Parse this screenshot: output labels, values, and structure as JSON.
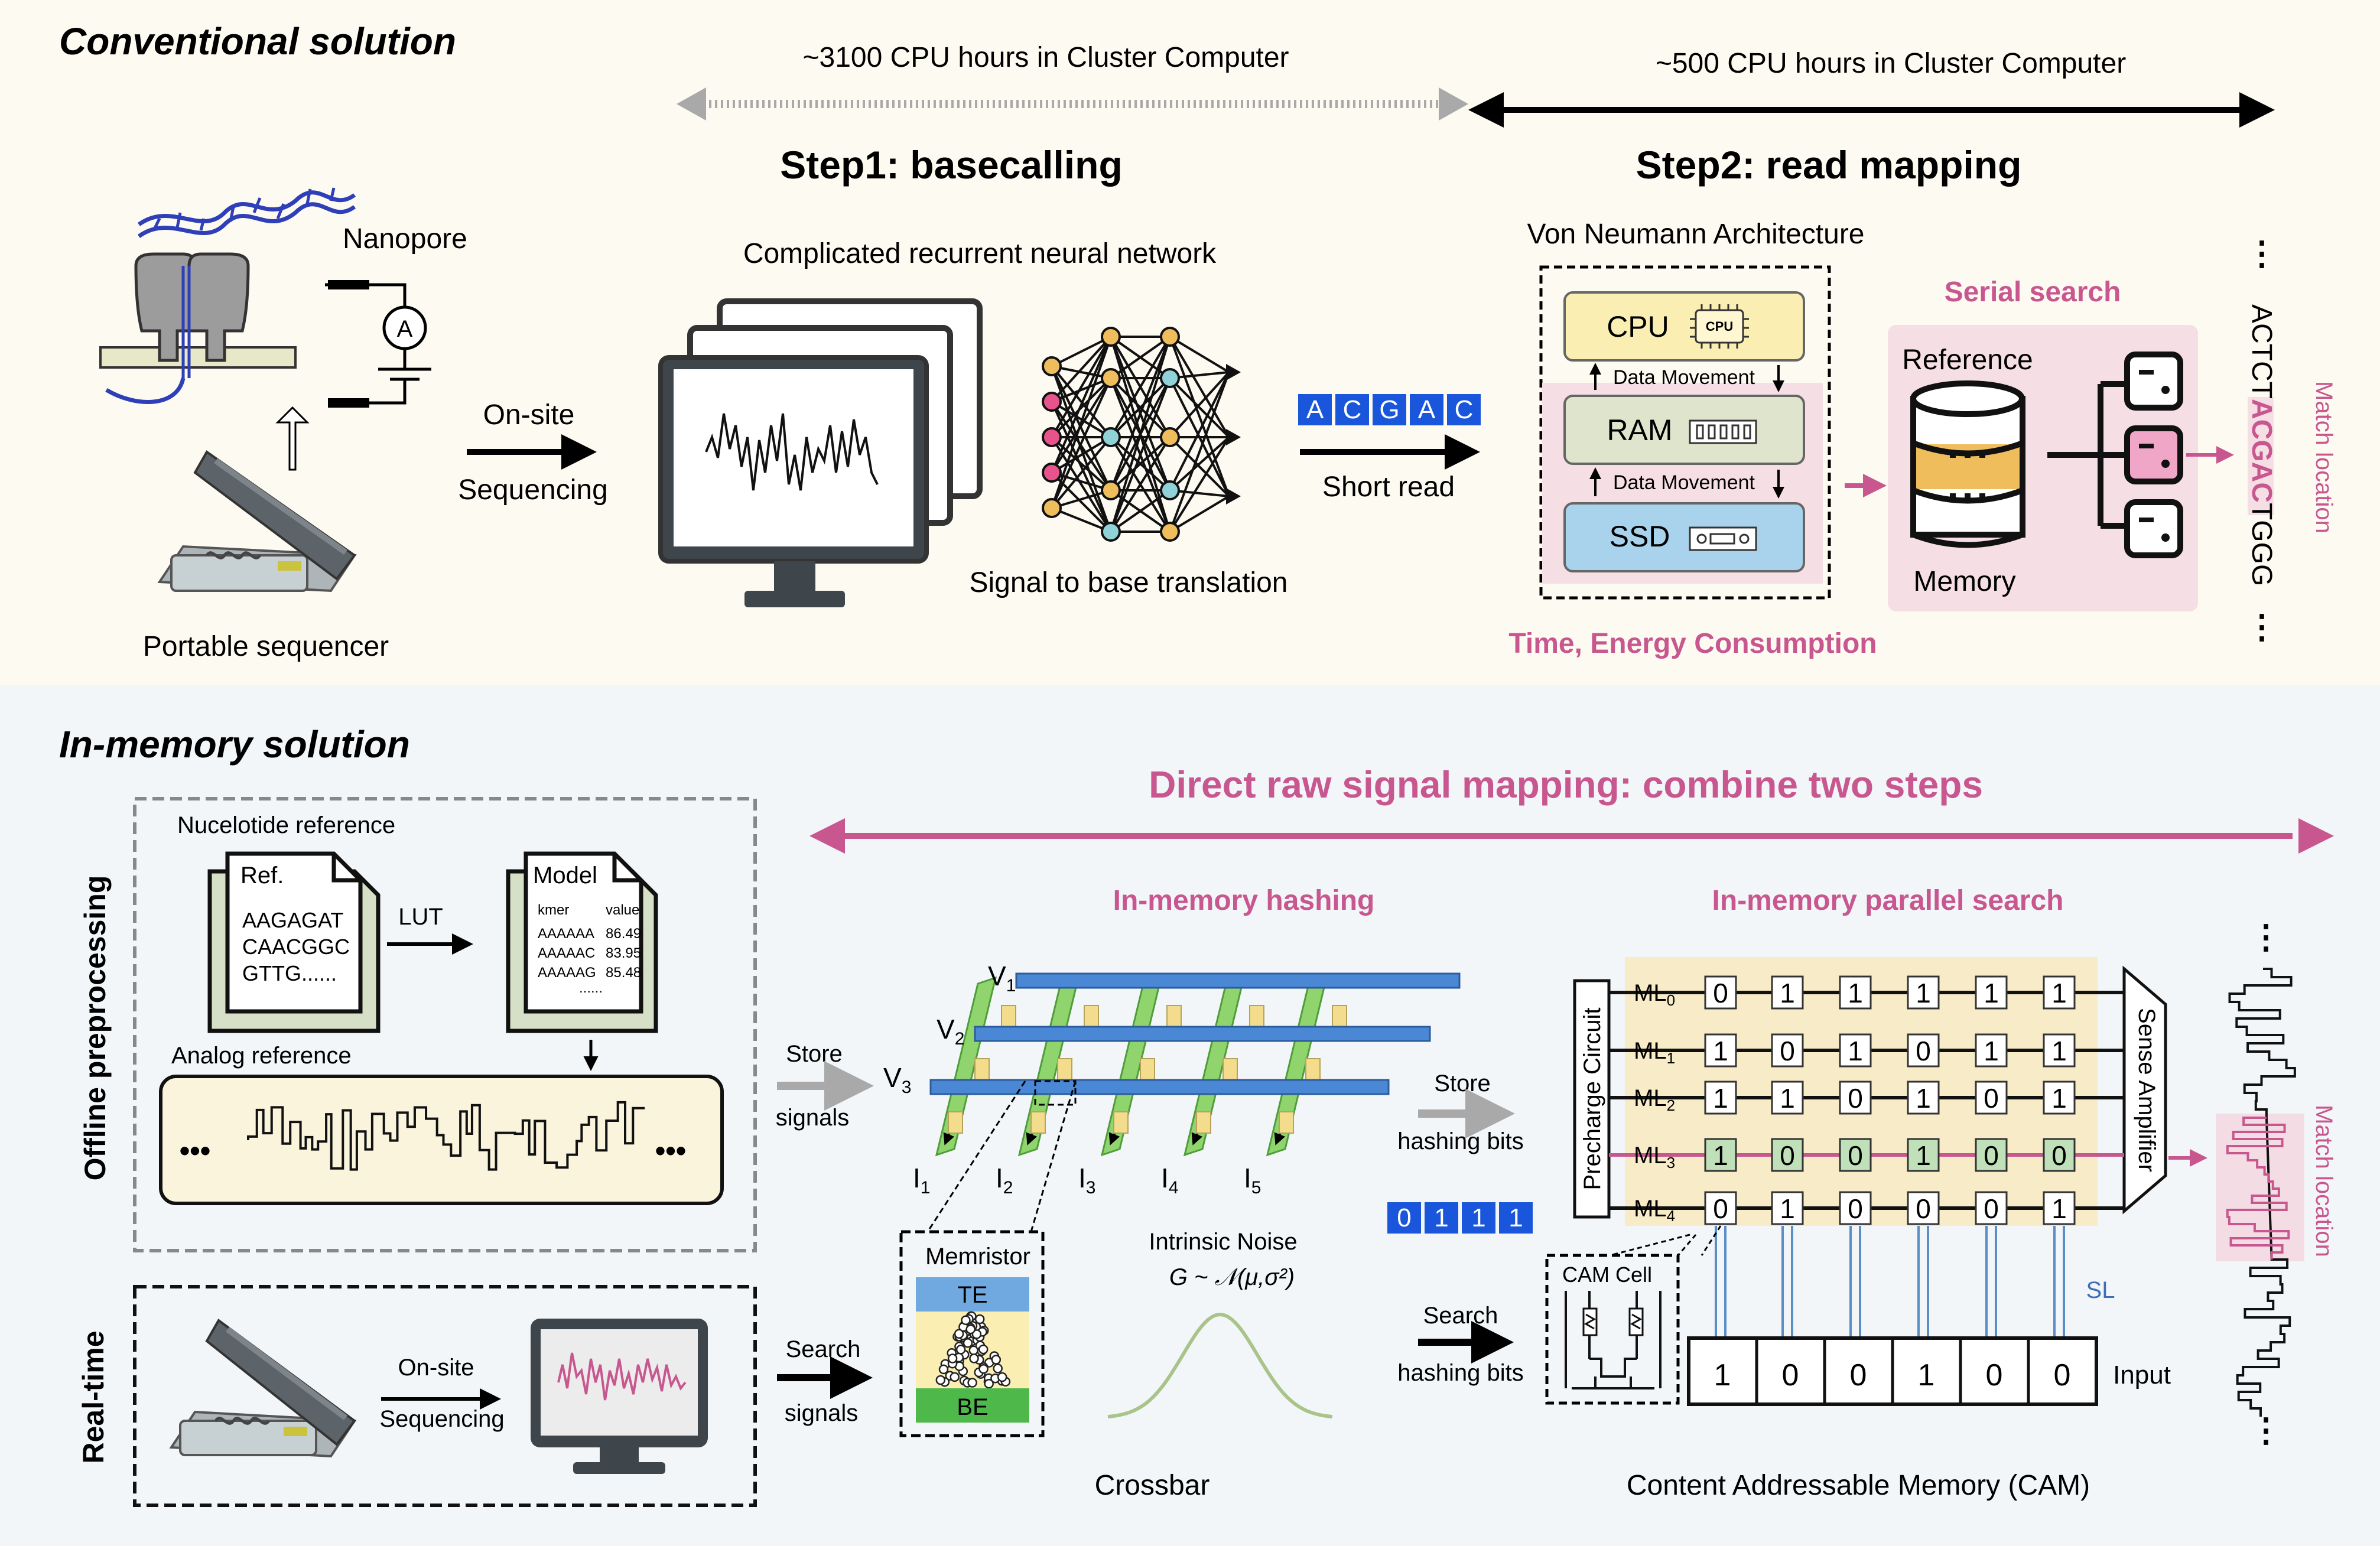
{
  "conventional": {
    "section_title": "Conventional solution",
    "cpu_hours_step1": "~3100 CPU hours in Cluster Computer",
    "cpu_hours_step2": "~500 CPU hours in Cluster Computer",
    "step1_title": "Step1: basecalling",
    "step2_title": "Step2: read mapping",
    "nanopore_label": "Nanopore",
    "ammeter_label": "A",
    "portable_label": "Portable sequencer",
    "onsite_line1": "On-site",
    "onsite_line2": "Sequencing",
    "rnn_label": "Complicated recurrent neural network",
    "translation_label": "Signal to base translation",
    "short_read_bases": [
      "A",
      "C",
      "G",
      "A",
      "C"
    ],
    "short_read_label": "Short read",
    "von_neumann_label": "Von Neumann Architecture",
    "cpu_label": "CPU",
    "cpu_chip_label": "CPU",
    "data_movement_1": "Data Movement",
    "ram_label": "RAM",
    "data_movement_2": "Data Movement",
    "ssd_label": "SSD",
    "time_energy_label": "Time, Energy Consumption",
    "serial_search_label": "Serial search",
    "reference_label": "Reference",
    "memory_label": "Memory",
    "seq_prefix": "ACTCT",
    "seq_match": "ACGAC",
    "seq_suffix": "TGGG",
    "match_location": "Match location"
  },
  "inmemory": {
    "section_title": "In-memory solution",
    "direct_mapping": "Direct  raw signal mapping: combine two steps",
    "offline_label": "Offline preprocessing",
    "realtime_label": "Real-time",
    "nucleotide_reference": "Nucelotide reference",
    "ref_doc_title": "Ref.",
    "ref_lines": [
      "AAGAGAT",
      "CAACGGC",
      "GTTG......"
    ],
    "lut_label": "LUT",
    "model_doc_title": "Model",
    "model_header": [
      "kmer",
      "value"
    ],
    "model_rows": [
      [
        "AAAAAA",
        "86.49"
      ],
      [
        "AAAAAC",
        "83.95"
      ],
      [
        "AAAAAG",
        "85.48"
      ]
    ],
    "model_more": "......",
    "analog_reference": "Analog reference",
    "dots_left": "•••",
    "dots_right": "•••",
    "onsite_line1": "On-site",
    "onsite_line2": "Sequencing",
    "store_signals_1": "Store",
    "store_signals_2": "signals",
    "search_signals_1": "Search",
    "search_signals_2": "signals",
    "hashing_title": "In-memory hashing",
    "voltages": [
      "V",
      "V",
      "V"
    ],
    "voltage_subs": [
      "1",
      "2",
      "3"
    ],
    "currents": [
      "I",
      "I",
      "I",
      "I",
      "I"
    ],
    "current_subs": [
      "1",
      "2",
      "3",
      "4",
      "5"
    ],
    "memristor_label": "Memristor",
    "te_label": "TE",
    "be_label": "BE",
    "noise_label": "Intrinsic Noise",
    "noise_formula": "G ~ 𝒩(μ,σ²)",
    "crossbar_label": "Crossbar",
    "store_hash_1": "Store",
    "store_hash_2": "hashing bits",
    "hash_bits": [
      "0",
      "1",
      "1",
      "1"
    ],
    "search_hash_1": "Search",
    "search_hash_2": "hashing bits",
    "parallel_title": "In-memory parallel search",
    "precharge_label": "Precharge Circuit",
    "sense_amp_label": "Sense Amplifier",
    "ml_labels": [
      "ML",
      "ML",
      "ML",
      "ML",
      "ML"
    ],
    "ml_subs": [
      "0",
      "1",
      "2",
      "3",
      "4"
    ],
    "cam_rows": [
      [
        "0",
        "1",
        "1",
        "1",
        "1",
        "1"
      ],
      [
        "1",
        "0",
        "1",
        "0",
        "1",
        "1"
      ],
      [
        "1",
        "1",
        "0",
        "1",
        "0",
        "1"
      ],
      [
        "1",
        "0",
        "0",
        "1",
        "0",
        "0"
      ],
      [
        "0",
        "1",
        "0",
        "0",
        "0",
        "1"
      ]
    ],
    "matched_row": 3,
    "cam_cell_label": "CAM Cell",
    "sl_label": "SL",
    "input_bits": [
      "1",
      "0",
      "0",
      "1",
      "0",
      "0"
    ],
    "input_label": "Input",
    "cam_label": "Content Addressable Memory (CAM)",
    "match_location": "Match location"
  },
  "colors": {
    "pink": "#c8578f",
    "blue_bits": "#1a56db",
    "top_bg": "#fdfaf1",
    "bottom_bg": "#f2f6f9",
    "cpu_fill": "#fbeeb3",
    "ram_fill": "#dfe5cc",
    "ssd_fill": "#a9d3ec",
    "cam_bg": "#f7ebc8",
    "match_green": "#bfe0b8"
  }
}
